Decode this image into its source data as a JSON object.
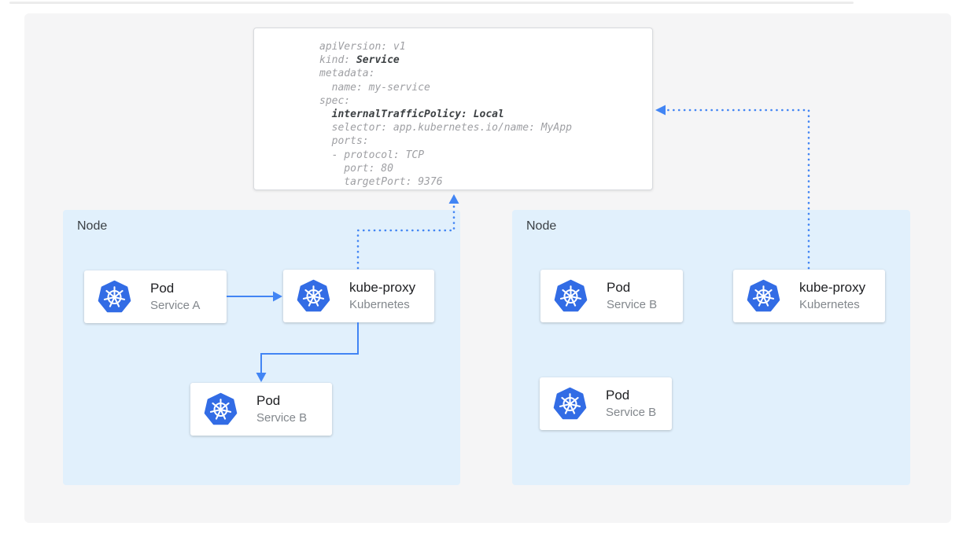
{
  "yaml_card": {
    "lines": [
      [
        {
          "text": "apiVersion: v1",
          "bold": false
        }
      ],
      [
        {
          "text": "kind: ",
          "bold": false
        },
        {
          "text": "Service",
          "bold": true
        }
      ],
      [
        {
          "text": "metadata:",
          "bold": false
        }
      ],
      [
        {
          "text": "  name: my-service",
          "bold": false
        }
      ],
      [
        {
          "text": "spec:",
          "bold": false
        }
      ],
      [
        {
          "text": "  ",
          "bold": false
        },
        {
          "text": "internalTrafficPolicy: Local",
          "bold": true
        }
      ],
      [
        {
          "text": "  selector: app.kubernetes.io/name: MyApp",
          "bold": false
        }
      ],
      [
        {
          "text": "  ports:",
          "bold": false
        }
      ],
      [
        {
          "text": "  - protocol: TCP",
          "bold": false
        }
      ],
      [
        {
          "text": "    port: 80",
          "bold": false
        }
      ],
      [
        {
          "text": "    targetPort: 9376",
          "bold": false
        }
      ]
    ]
  },
  "nodes": [
    {
      "label": "Node"
    },
    {
      "label": "Node"
    }
  ],
  "cards": [
    {
      "title": "Pod",
      "subtitle": "Service A",
      "icon": "kubernetes-icon"
    },
    {
      "title": "kube-proxy",
      "subtitle": "Kubernetes",
      "icon": "kubernetes-icon"
    },
    {
      "title": "Pod",
      "subtitle": "Service B",
      "icon": "kubernetes-icon"
    },
    {
      "title": "Pod",
      "subtitle": "Service B",
      "icon": "kubernetes-icon"
    },
    {
      "title": "kube-proxy",
      "subtitle": "Kubernetes",
      "icon": "kubernetes-icon"
    },
    {
      "title": "Pod",
      "subtitle": "Service B",
      "icon": "kubernetes-icon"
    }
  ],
  "colors": {
    "kubernetes_blue": "#326ce5",
    "arrow_blue": "#4285f4",
    "node_background": "#e1f0fc",
    "panel_background": "#f5f5f6"
  }
}
